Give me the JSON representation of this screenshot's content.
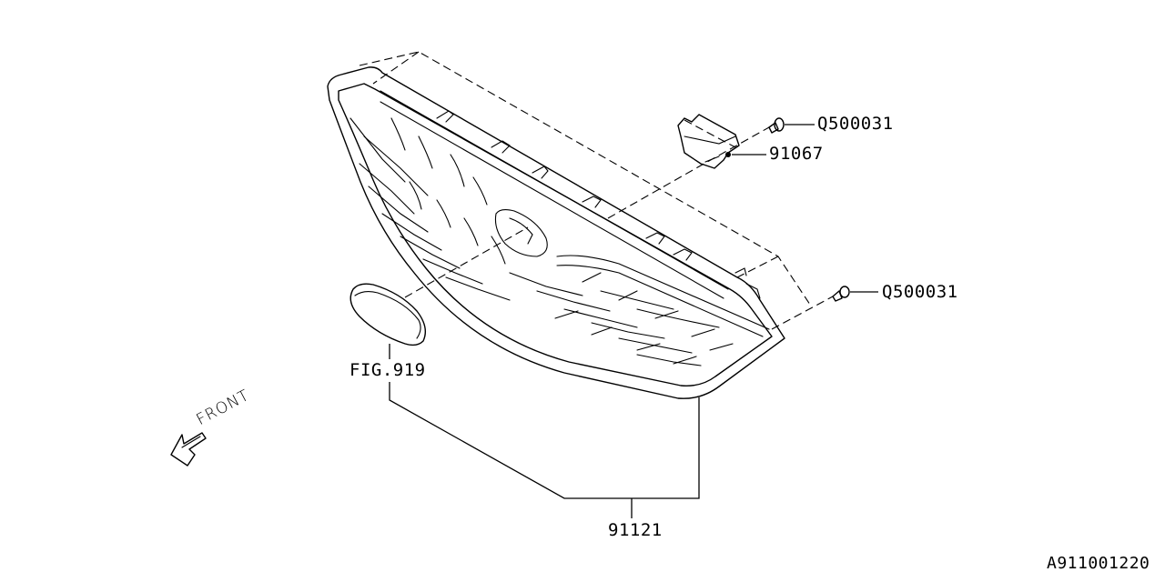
{
  "diagram": {
    "type": "parts-exploded-view",
    "subject": "front grille assembly",
    "callouts": [
      {
        "id": "part-q500031-upper",
        "text": "Q500031",
        "part": "bolt/screw (upper bracket)"
      },
      {
        "id": "part-91067",
        "text": "91067",
        "part": "bracket"
      },
      {
        "id": "part-q500031-right",
        "text": "Q500031",
        "part": "bolt/screw (right side)"
      },
      {
        "id": "ref-fig919",
        "text": "FIG.919",
        "part": "emblem (see figure 919)"
      },
      {
        "id": "part-91121",
        "text": "91121",
        "part": "front grille"
      }
    ],
    "orientation": {
      "text": "FRONT",
      "icon": "front-arrow-icon"
    },
    "figure_code": "A911001220"
  },
  "labels": {
    "q500031_upper": "Q500031",
    "p91067": "91067",
    "q500031_right": "Q500031",
    "fig919": "FIG.919",
    "p91121": "91121",
    "front": "FRONT",
    "figure_code": "A911001220"
  }
}
